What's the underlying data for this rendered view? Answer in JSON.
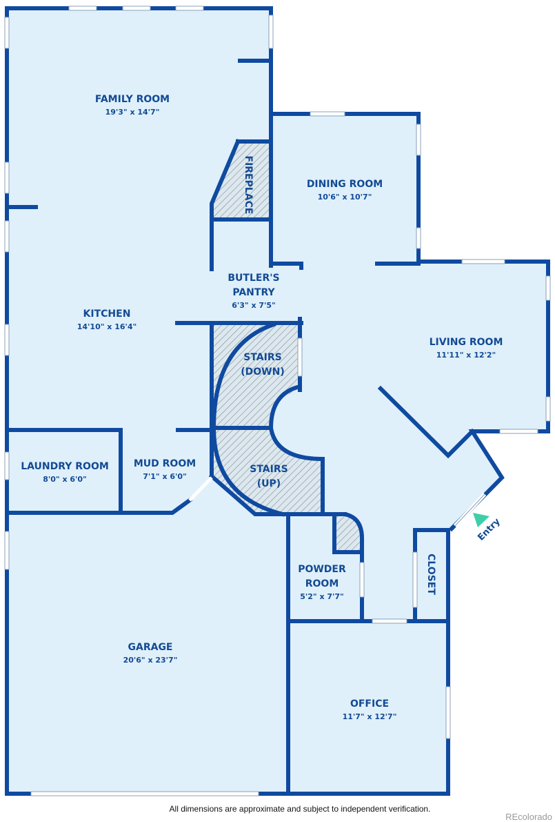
{
  "rooms": [
    {
      "name": "FAMILY ROOM",
      "dim": "19'3\" x 14'7\""
    },
    {
      "name": "DINING ROOM",
      "dim": "10'6\" x 10'7\""
    },
    {
      "name": "BUTLER'S",
      "name2": "PANTRY",
      "dim": "6'3\" x 7'5\""
    },
    {
      "name": "KITCHEN",
      "dim": "14'10\" x 16'4\""
    },
    {
      "name": "LIVING ROOM",
      "dim": "11'11\" x 12'2\""
    },
    {
      "name": "LAUNDRY ROOM",
      "dim": "8'0\" x 6'0\""
    },
    {
      "name": "MUD ROOM",
      "dim": "7'1\" x 6'0\""
    },
    {
      "name": "POWDER",
      "name2": "ROOM",
      "dim": "5'2\" x 7'7\""
    },
    {
      "name": "GARAGE",
      "dim": "20'6\" x 23'7\""
    },
    {
      "name": "OFFICE",
      "dim": "11'7\" x 12'7\""
    }
  ],
  "features": {
    "fireplace": "FIREPLACE",
    "stairs_down": [
      "STAIRS",
      "(DOWN)"
    ],
    "stairs_up": [
      "STAIRS",
      "(UP)"
    ],
    "closet": "CLOSET",
    "entry": "Entry"
  },
  "colors": {
    "wall": "#0f4aa0",
    "floor": "#dff0fb",
    "entry_marker": "#3ecfa8"
  },
  "footer": {
    "note": "All dimensions are approximate and subject to independent verification.",
    "brand": "REcolorado"
  }
}
